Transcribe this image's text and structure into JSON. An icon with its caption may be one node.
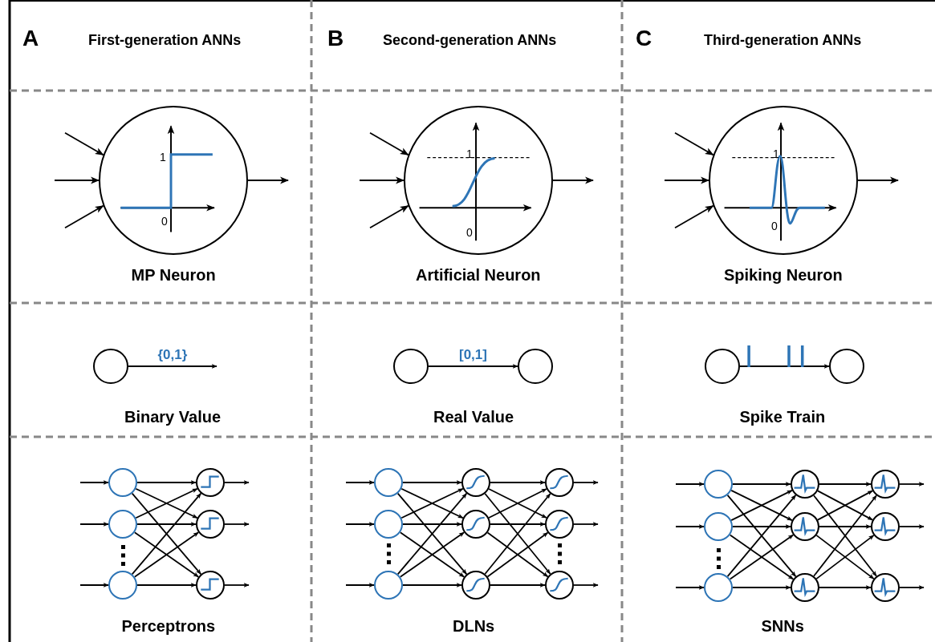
{
  "diagram": {
    "nodes": [
      {
        "text": [
          "1",
          "0"
        ],
        "beside": [
          "MP Neuron"
        ]
      },
      {
        "text": [
          "1",
          "0"
        ],
        "beside": [
          "Artificial Neuron"
        ]
      },
      {
        "text": [
          "1",
          "0"
        ],
        "beside": [
          "Spiking Neuron"
        ]
      },
      {
        "text": [],
        "shape": "circle"
      },
      {
        "text": [],
        "shape": "circle"
      },
      {
        "text": [],
        "shape": "circle"
      },
      {
        "text": [],
        "shape": "circle"
      },
      {
        "text": [],
        "shape": "circle"
      },
      {
        "text": [],
        "shape": "circle"
      },
      {
        "text": [],
        "shape": "circle"
      },
      {
        "text": [],
        "shape": "circle"
      },
      {
        "text": [],
        "shape": "circle"
      },
      {
        "text": [],
        "shape": "circle"
      },
      {
        "text": [],
        "shape": "circle"
      },
      {
        "text": [],
        "shape": "circle"
      },
      {
        "text": [],
        "shape": "circle"
      },
      {
        "text": [],
        "shape": "circle"
      },
      {
        "text": [],
        "shape": "circle"
      },
      {
        "text": [],
        "shape": "circle"
      },
      {
        "text": [],
        "shape": "circle"
      },
      {
        "text": [],
        "shape": "circle"
      },
      {
        "text": [],
        "shape": "circle"
      },
      {
        "text": [],
        "shape": "circle"
      },
      {
        "text": [],
        "shape": "circle"
      },
      {
        "text": [],
        "shape": "circle"
      },
      {
        "text": [],
        "shape": "circle"
      },
      {
        "text": [],
        "shape": "circle"
      },
      {
        "text": [],
        "shape": "circle"
      },
      {
        "text": [],
        "shape": "circle"
      },
      {
        "text": [],
        "shape": "circle"
      },
      {
        "text": [],
        "shape": "circle"
      },
      {
        "text": [],
        "shape": "circle"
      }
    ],
    "edges": [
      {
        "from": null,
        "to": 0,
        "arrow": "to"
      },
      {
        "from": null,
        "to": 0,
        "arrow": "to"
      },
      {
        "from": null,
        "to": 0,
        "arrow": "to"
      },
      {
        "from": 0,
        "to": null,
        "arrow": "to"
      },
      {
        "from": null,
        "to": 1,
        "arrow": "to"
      },
      {
        "from": null,
        "to": 1,
        "arrow": "to"
      },
      {
        "from": null,
        "to": 1,
        "arrow": "to"
      },
      {
        "from": 1,
        "to": null,
        "arrow": "to"
      },
      {
        "from": null,
        "to": 2,
        "arrow": "to"
      },
      {
        "from": null,
        "to": 2,
        "arrow": "to"
      },
      {
        "from": null,
        "to": 2,
        "arrow": "to"
      },
      {
        "from": 2,
        "to": null,
        "arrow": "to"
      },
      {
        "from": 3,
        "to": null,
        "arrow": "to",
        "label": "{0,1}"
      },
      {
        "from": 4,
        "to": 5,
        "arrow": "to",
        "label": "[0,1]"
      },
      {
        "from": 6,
        "to": 7,
        "arrow": "to"
      },
      {
        "from": null,
        "to": 8,
        "arrow": "to"
      },
      {
        "from": null,
        "to": 9,
        "arrow": "to"
      },
      {
        "from": null,
        "to": 10,
        "arrow": "to"
      },
      {
        "from": 8,
        "to": 11,
        "arrow": "to"
      },
      {
        "from": 8,
        "to": 12,
        "arrow": "to"
      },
      {
        "from": 8,
        "to": 13,
        "arrow": "to"
      },
      {
        "from": 9,
        "to": 11,
        "arrow": "to"
      },
      {
        "from": 9,
        "to": 12,
        "arrow": "to"
      },
      {
        "from": 9,
        "to": 13,
        "arrow": "to"
      },
      {
        "from": 10,
        "to": 11,
        "arrow": "to"
      },
      {
        "from": 10,
        "to": 12,
        "arrow": "to"
      },
      {
        "from": 10,
        "to": 13,
        "arrow": "to"
      },
      {
        "from": 11,
        "to": null,
        "arrow": "to"
      },
      {
        "from": 12,
        "to": null,
        "arrow": "to"
      },
      {
        "from": 13,
        "to": null,
        "arrow": "to"
      },
      {
        "from": null,
        "to": 14,
        "arrow": "to"
      },
      {
        "from": null,
        "to": 15,
        "arrow": "to"
      },
      {
        "from": null,
        "to": 16,
        "arrow": "to"
      },
      {
        "from": 14,
        "to": 17,
        "arrow": "to"
      },
      {
        "from": 14,
        "to": 18,
        "arrow": "to"
      },
      {
        "from": 14,
        "to": 19,
        "arrow": "to"
      },
      {
        "from": 15,
        "to": 17,
        "arrow": "to"
      },
      {
        "from": 15,
        "to": 18,
        "arrow": "to"
      },
      {
        "from": 15,
        "to": 19,
        "arrow": "to"
      },
      {
        "from": 16,
        "to": 17,
        "arrow": "to"
      },
      {
        "from": 16,
        "to": 18,
        "arrow": "to"
      },
      {
        "from": 16,
        "to": 19,
        "arrow": "to"
      },
      {
        "from": 17,
        "to": 20,
        "arrow": "to"
      },
      {
        "from": 17,
        "to": 21,
        "arrow": "to"
      },
      {
        "from": 17,
        "to": 22,
        "arrow": "to"
      },
      {
        "from": 18,
        "to": 20,
        "arrow": "to"
      },
      {
        "from": 18,
        "to": 21,
        "arrow": "to"
      },
      {
        "from": 18,
        "to": 22,
        "arrow": "to"
      },
      {
        "from": 19,
        "to": 20,
        "arrow": "to"
      },
      {
        "from": 19,
        "to": 21,
        "arrow": "to"
      },
      {
        "from": 19,
        "to": 22,
        "arrow": "to"
      },
      {
        "from": 20,
        "to": null,
        "arrow": "to"
      },
      {
        "from": 21,
        "to": null,
        "arrow": "to"
      },
      {
        "from": 22,
        "to": null,
        "arrow": "to"
      },
      {
        "from": null,
        "to": 23,
        "arrow": "to"
      },
      {
        "from": null,
        "to": 24,
        "arrow": "to"
      },
      {
        "from": null,
        "to": 25,
        "arrow": "to"
      },
      {
        "from": 23,
        "to": 26,
        "arrow": "to"
      },
      {
        "from": 23,
        "to": 27,
        "arrow": "to"
      },
      {
        "from": 23,
        "to": 28,
        "arrow": "to"
      },
      {
        "from": 24,
        "to": 26,
        "arrow": "to"
      },
      {
        "from": 24,
        "to": 27,
        "arrow": "to"
      },
      {
        "from": 24,
        "to": 28,
        "arrow": "to"
      },
      {
        "from": 25,
        "to": 26,
        "arrow": "to"
      },
      {
        "from": 25,
        "to": 27,
        "arrow": "to"
      },
      {
        "from": 25,
        "to": 28,
        "arrow": "to"
      },
      {
        "from": 26,
        "to": 29,
        "arrow": "to"
      },
      {
        "from": 26,
        "to": 30,
        "arrow": "to"
      },
      {
        "from": 26,
        "to": 31,
        "arrow": "to"
      },
      {
        "from": 27,
        "to": 29,
        "arrow": "to"
      },
      {
        "from": 27,
        "to": 30,
        "arrow": "to"
      },
      {
        "from": 27,
        "to": 31,
        "arrow": "to"
      },
      {
        "from": 28,
        "to": 29,
        "arrow": "to"
      },
      {
        "from": 28,
        "to": 30,
        "arrow": "to"
      },
      {
        "from": 28,
        "to": 31,
        "arrow": "to"
      },
      {
        "from": 29,
        "to": null,
        "arrow": "to"
      },
      {
        "from": 30,
        "to": null,
        "arrow": "to"
      },
      {
        "from": 31,
        "to": null,
        "arrow": "to"
      }
    ],
    "labels": [
      "A",
      "First-generation ANNs",
      "B",
      "Second-generation ANNs",
      "C",
      "Third-generation ANNs",
      "Binary Value",
      "Real Value",
      "Spike Train",
      "Perceptrons",
      "DLNs",
      "SNNs"
    ]
  }
}
